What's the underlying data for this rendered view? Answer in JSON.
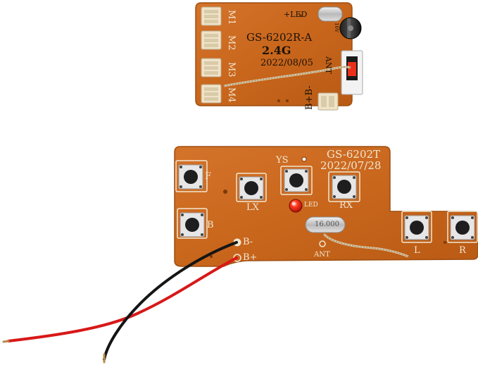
{
  "receiver_board": {
    "model": "GS-6202R-A",
    "band": "2.4G",
    "date": "2022/08/05",
    "motor_ports": [
      "M1",
      "M2",
      "M3",
      "M4"
    ],
    "led_label": "+LED",
    "antenna_label": "ANT",
    "battery_label": "B+B-",
    "capacitor_text": "16V"
  },
  "transmitter_board": {
    "model": "GS-6202T",
    "date": "2022/07/28",
    "buttons": [
      "F",
      "B",
      "YS",
      "LX",
      "RX",
      "L",
      "R"
    ],
    "led_label": "LED",
    "crystal_text": "16.000",
    "antenna_label": "ANT",
    "power_labels": [
      "B-",
      "B+"
    ]
  },
  "colors": {
    "pcb": "#c7641a",
    "pcb_edge": "#a8520f",
    "button_housing": "#e6e6e6",
    "button_cap": "#1e1e1e",
    "wire_red": "#d81818",
    "wire_black": "#151515",
    "connector": "#efe3c9",
    "led": "#ff2a1a"
  }
}
